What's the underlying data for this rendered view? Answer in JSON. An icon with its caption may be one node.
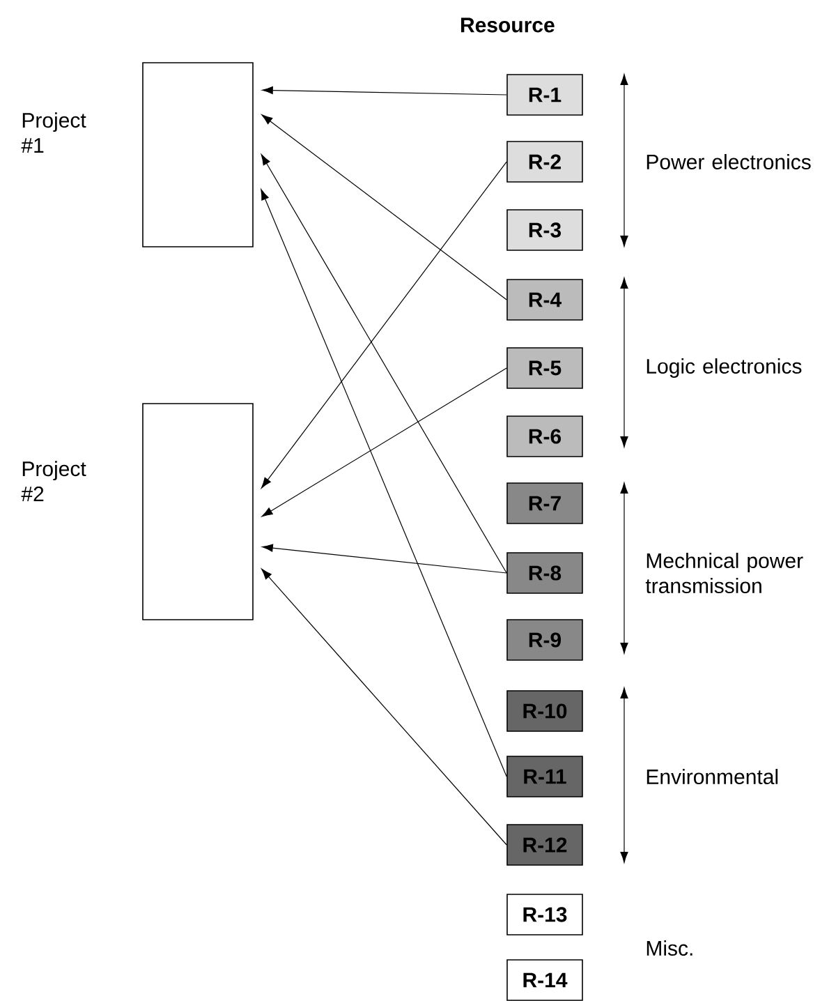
{
  "diagram": {
    "nodes": [
      {
        "text": [
          "Project #1"
        ]
      },
      {
        "text": [
          "Project #2"
        ]
      },
      {
        "text": [
          "R-1"
        ]
      },
      {
        "text": [
          "R-2"
        ]
      },
      {
        "text": [
          "R-3"
        ]
      },
      {
        "text": [
          "R-4"
        ]
      },
      {
        "text": [
          "R-5"
        ]
      },
      {
        "text": [
          "R-6"
        ]
      },
      {
        "text": [
          "R-7"
        ]
      },
      {
        "text": [
          "R-8"
        ]
      },
      {
        "text": [
          "R-9"
        ]
      },
      {
        "text": [
          "R-10"
        ]
      },
      {
        "text": [
          "R-11"
        ]
      },
      {
        "text": [
          "R-12"
        ]
      },
      {
        "text": [
          "R-13"
        ]
      },
      {
        "text": [
          "R-14"
        ]
      }
    ],
    "edges": [
      {
        "from": 2,
        "to": 0,
        "arrow": "to"
      },
      {
        "from": 5,
        "to": 0,
        "arrow": "to"
      },
      {
        "from": 9,
        "to": 0,
        "arrow": "to"
      },
      {
        "from": 12,
        "to": 0,
        "arrow": "to"
      },
      {
        "from": 3,
        "to": 1,
        "arrow": "to"
      },
      {
        "from": 6,
        "to": 1,
        "arrow": "to"
      },
      {
        "from": 9,
        "to": 1,
        "arrow": "to"
      },
      {
        "from": 13,
        "to": 1,
        "arrow": "to"
      }
    ],
    "labels": [
      "Resource",
      "Power electronics",
      "Logic electronics",
      "Mechnical power transmission",
      "Environmental",
      "Misc."
    ]
  }
}
